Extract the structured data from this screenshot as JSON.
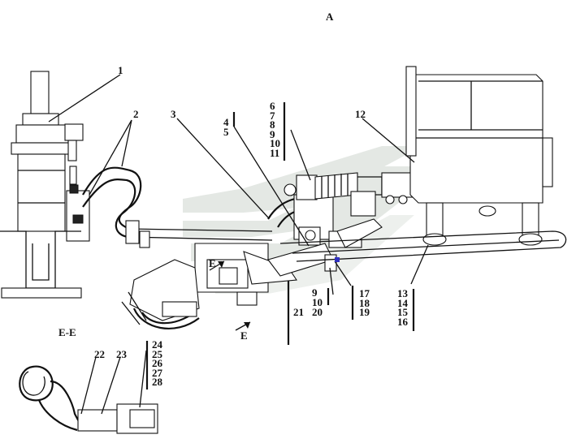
{
  "view": {
    "view_title": "A",
    "section_title": "E-E",
    "section_markers": [
      "E",
      "E"
    ]
  },
  "callouts": {
    "c1": "1",
    "c2": "2",
    "c3": "3",
    "c4_5": "4\n5",
    "c6_11": "6\n7\n8\n9\n10\n11",
    "c12": "12",
    "c13_16": "13\n14\n15\n16",
    "c17_19": "17\n18\n19",
    "c9_10": "9\n10",
    "c20": "20",
    "c21": "21",
    "c22": "22",
    "c23": "23",
    "c24_28": "24\n25\n26\n27\n28"
  },
  "colors": {
    "ink": "#111111",
    "watermark": "#cfd6cf",
    "accent_mark": "#3030c0"
  }
}
